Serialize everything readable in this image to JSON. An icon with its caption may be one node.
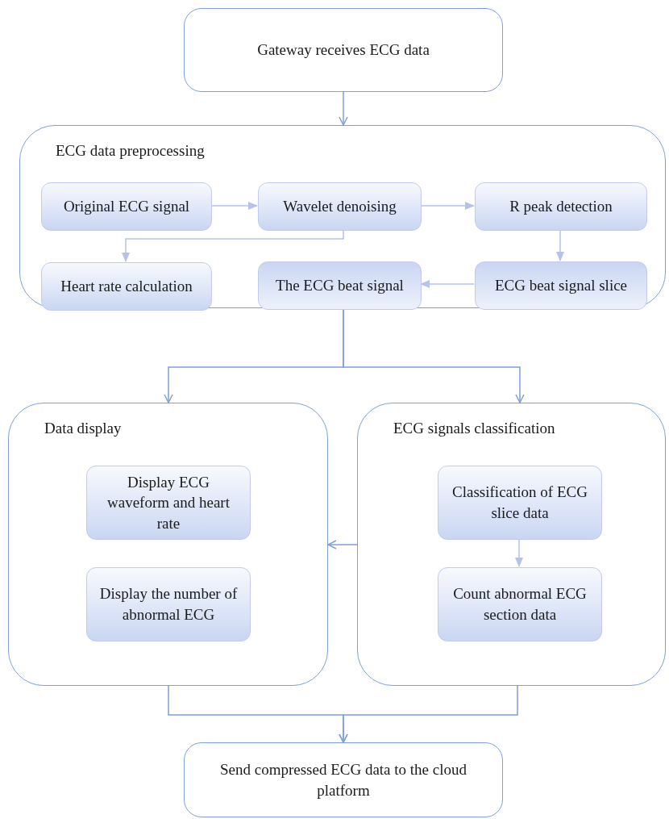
{
  "diagram": {
    "nodes": [
      {
        "text": [
          "Gateway receives ECG data"
        ]
      },
      {
        "text": [
          "ECG data preprocessing"
        ]
      },
      {
        "text": [
          "Original ECG signal"
        ],
        "in": 1
      },
      {
        "text": [
          "Wavelet denoising"
        ],
        "in": 1
      },
      {
        "text": [
          "R peak detection"
        ],
        "in": 1
      },
      {
        "text": [
          "Heart rate calculation"
        ],
        "in": 1
      },
      {
        "text": [
          "The ECG beat signal"
        ],
        "in": 1
      },
      {
        "text": [
          "ECG beat signal slice"
        ],
        "in": 1
      },
      {
        "text": [
          "Data display"
        ]
      },
      {
        "text": [
          "Display ECG waveform and heart rate"
        ],
        "in": 8
      },
      {
        "text": [
          "Display the number of abnormal ECG"
        ],
        "in": 8
      },
      {
        "text": [
          "ECG signals classification"
        ]
      },
      {
        "text": [
          "Classification of ECG slice data"
        ],
        "in": 11
      },
      {
        "text": [
          "Count abnormal ECG section data"
        ],
        "in": 11
      },
      {
        "text": [
          "Send compressed ECG data to the cloud platform"
        ]
      }
    ],
    "edges": [
      {
        "from": 0,
        "to": 1,
        "arrow": "to"
      },
      {
        "from": 2,
        "to": 3,
        "arrow": "to",
        "color": "#b8c0ec"
      },
      {
        "from": 3,
        "to": 4,
        "arrow": "to",
        "color": "#b8c0ec"
      },
      {
        "from": 3,
        "to": 5,
        "arrow": "to",
        "color": "#b8c0ec"
      },
      {
        "from": 4,
        "to": 7,
        "arrow": "to",
        "color": "#b8c0ec"
      },
      {
        "from": 7,
        "to": 6,
        "arrow": "to",
        "color": "#b8c0ec"
      },
      {
        "from": 1,
        "to": 8,
        "arrow": "to"
      },
      {
        "from": 1,
        "to": 11,
        "arrow": "to"
      },
      {
        "from": 11,
        "to": 8,
        "arrow": "to"
      },
      {
        "from": 12,
        "to": 13,
        "arrow": "to",
        "color": "#b8c0ec"
      },
      {
        "from": 8,
        "to": 14,
        "arrow": "to"
      },
      {
        "from": 11,
        "to": 14,
        "arrow": "to"
      }
    ]
  }
}
